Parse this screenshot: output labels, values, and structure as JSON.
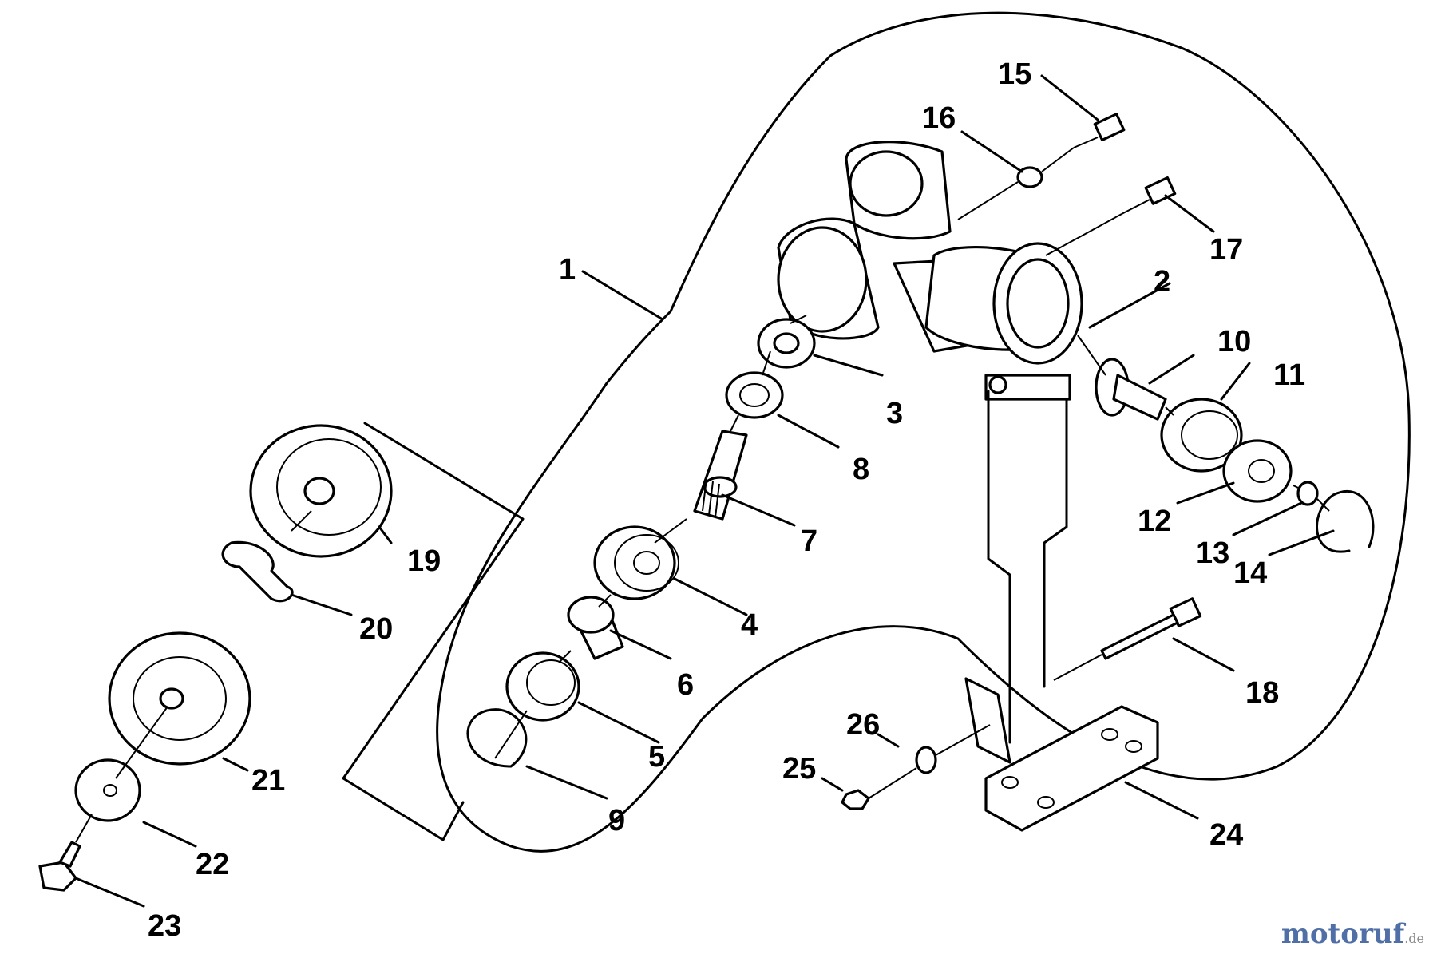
{
  "diagram": {
    "callouts": [
      {
        "id": "1",
        "label": "1"
      },
      {
        "id": "2",
        "label": "2"
      },
      {
        "id": "3",
        "label": "3"
      },
      {
        "id": "4",
        "label": "4"
      },
      {
        "id": "5",
        "label": "5"
      },
      {
        "id": "6",
        "label": "6"
      },
      {
        "id": "7",
        "label": "7"
      },
      {
        "id": "8",
        "label": "8"
      },
      {
        "id": "9",
        "label": "9"
      },
      {
        "id": "10",
        "label": "10"
      },
      {
        "id": "11",
        "label": "11"
      },
      {
        "id": "12",
        "label": "12"
      },
      {
        "id": "13",
        "label": "13"
      },
      {
        "id": "14",
        "label": "14"
      },
      {
        "id": "15",
        "label": "15"
      },
      {
        "id": "16",
        "label": "16"
      },
      {
        "id": "17",
        "label": "17"
      },
      {
        "id": "18",
        "label": "18"
      },
      {
        "id": "19",
        "label": "19"
      },
      {
        "id": "20",
        "label": "20"
      },
      {
        "id": "21",
        "label": "21"
      },
      {
        "id": "22",
        "label": "22"
      },
      {
        "id": "23",
        "label": "23"
      },
      {
        "id": "24",
        "label": "24"
      },
      {
        "id": "25",
        "label": "25"
      },
      {
        "id": "26",
        "label": "26"
      }
    ]
  },
  "watermark": {
    "main": "motoruf",
    "tld": ".de"
  }
}
